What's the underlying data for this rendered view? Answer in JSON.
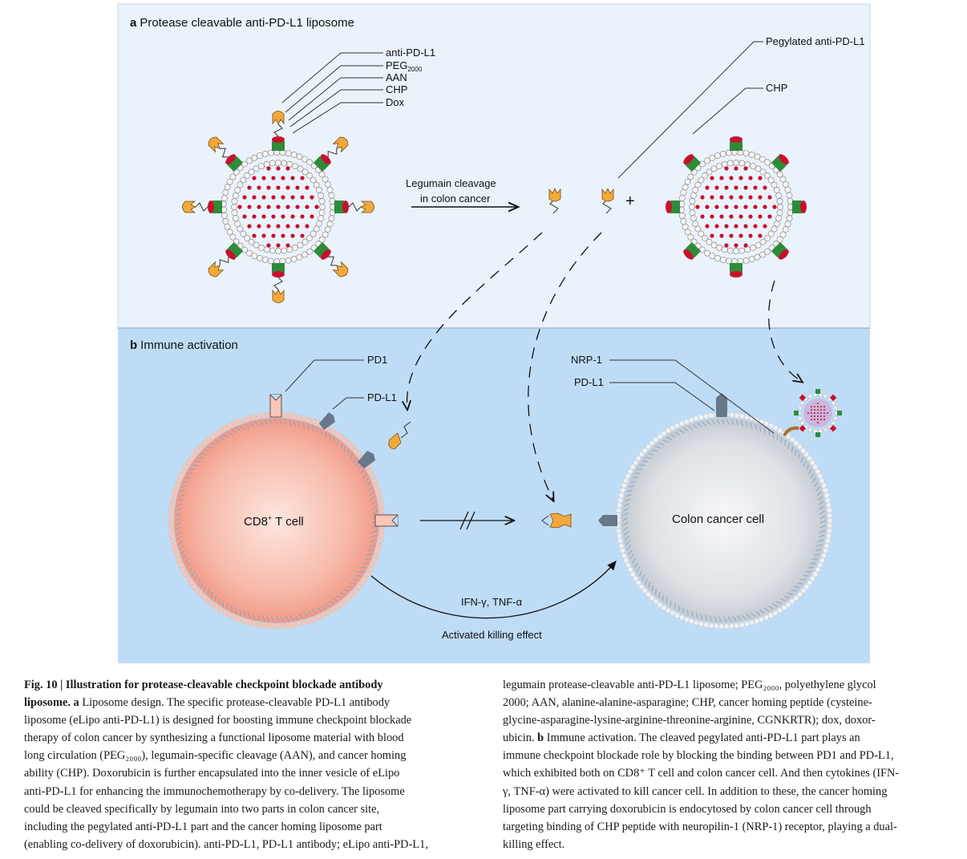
{
  "panel_a": {
    "letter": "a",
    "title": "Protease cleavable anti-PD-L1 liposome",
    "labels": [
      "anti-PD-L1",
      "PEG",
      "2000",
      "AAN",
      "CHP",
      "Dox"
    ],
    "cleavage_line1": "Legumain cleavage",
    "cleavage_line2": "in colon cancer",
    "pegylated_label": "Pegylated anti-PD-L1",
    "chp_label": "CHP",
    "plus": "+"
  },
  "panel_b": {
    "letter": "b",
    "title": "Immune activation",
    "pd1_label": "PD1",
    "pdl1_left_label": "PD-L1",
    "nrp1_label": "NRP-1",
    "pdl1_right_label": "PD-L1",
    "tcell_label": "CD8",
    "tcell_sup": "+",
    "tcell_suffix": " T cell",
    "cancer_label": "Colon cancer cell",
    "cytokines": "IFN-γ, TNF-α",
    "killing": "Activated killing effect"
  },
  "caption": {
    "left": [
      {
        "bold": "Fig. 10 | Illustration for protease-cleavable checkpoint blockade antibody",
        "text": ""
      },
      {
        "bold": "liposome. a",
        "text": " Liposome design. The specific protease-cleavable PD-L1 antibody"
      },
      {
        "bold": "",
        "text": "liposome (eLipo anti-PD-L1) is designed for boosting immune checkpoint blockade"
      },
      {
        "bold": "",
        "text": "therapy of colon cancer by synthesizing a functional liposome material with blood"
      },
      {
        "bold": "",
        "text": "long circulation (PEG₂₀₀₀), legumain-specific cleavage (AAN), and cancer homing"
      },
      {
        "bold": "",
        "text": "ability (CHP). Doxorubicin is further encapsulated into the inner vesicle of eLipo"
      },
      {
        "bold": "",
        "text": "anti-PD-L1 for enhancing the immunochemotherapy by co-delivery. The liposome"
      },
      {
        "bold": "",
        "text": "could be cleaved specifically by legumain into two parts in colon cancer site,"
      },
      {
        "bold": "",
        "text": "including the pegylated anti-PD-L1 part and the cancer homing liposome part"
      },
      {
        "bold": "",
        "text": "(enabling co-delivery of doxorubicin). anti-PD-L1, PD-L1 antibody; eLipo anti-PD-L1,"
      }
    ],
    "right": [
      {
        "bold": "",
        "text": "legumain protease-cleavable anti-PD-L1 liposome; PEG₂₀₀₀, polyethylene glycol"
      },
      {
        "bold": "",
        "text": "2000; AAN, alanine-alanine-asparagine; CHP, cancer homing peptide (cysteine-"
      },
      {
        "bold": "",
        "text": "glycine-asparagine-lysine-arginine-threonine-arginine, CGNKRTR); dox, doxor-"
      },
      {
        "bold": "",
        "text": "ubicin. "
      },
      {
        "bold": "",
        "text": "immune checkpoint blockade role by blocking the binding between PD1 and PD-L1,"
      },
      {
        "bold": "",
        "text": "which exhibited both on CD8⁺ T cell and colon cancer cell. And then cytokines (IFN-"
      },
      {
        "bold": "",
        "text": "γ, TNF-α) were activated to kill cancer cell. In addition to these, the cancer homing"
      },
      {
        "bold": "",
        "text": "liposome part carrying doxorubicin is endocytosed by colon cancer cell through"
      },
      {
        "bold": "",
        "text": "targeting binding of CHP peptide with neuropilin-1 (NRP-1) receptor, playing a dual-"
      },
      {
        "bold": "",
        "text": "killing effect."
      }
    ],
    "right_line4_bold": "b",
    "right_line4_rest": " Immune activation. The cleaved pegylated anti-PD-L1 part plays an"
  },
  "colors": {
    "panel_a_bg": "#eaf3fc",
    "panel_b_bg": "#bfdcf6",
    "dox_red": "#c8102e",
    "peg_green": "#2e8b3a",
    "antibody_orange": "#f2a93b",
    "tcell_pink": "#f7b7a8",
    "cancer_grey": "#d9dde2",
    "receptor_grey": "#66788a"
  }
}
